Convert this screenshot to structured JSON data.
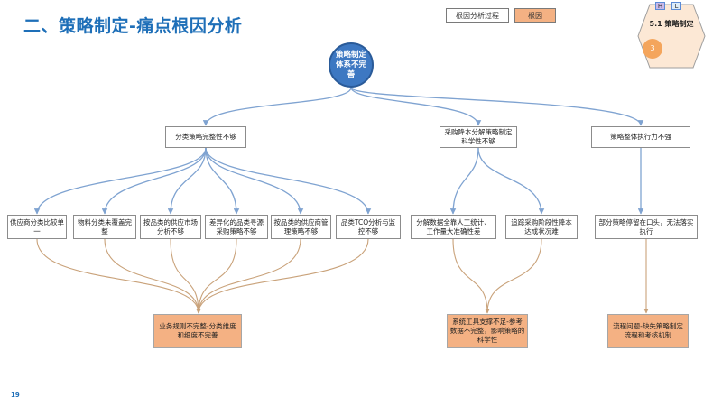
{
  "page": {
    "title": "二、策略制定-痛点根因分析",
    "page_number": "19"
  },
  "legend": {
    "process": "根因分析过程",
    "cause": "根因"
  },
  "badge": {
    "title": "5.1 策略制定",
    "h": "H",
    "l": "L",
    "step": "3"
  },
  "colors": {
    "title_blue": "#1e6fb8",
    "root_blue": "#3d78c2",
    "line_blue": "#7fa3d1",
    "cause_orange": "#f4b183",
    "link_brown": "#c9a27a",
    "badge_fill": "#fce8d5"
  },
  "diagram": {
    "root": "策略制定体系不完善",
    "level1": [
      "分类策略完整性不够",
      "采购降本分解策略制定科学性不够",
      "策略整体执行力不强"
    ],
    "level2": [
      "供应商分类比较单一",
      "物料分类未覆盖完整",
      "按品类的供应市场分析不够",
      "差异化的品类寻源采购策略不够",
      "按品类的供应商管理策略不够",
      "品类TCO分析与监控不够",
      "分解数据全靠人工统计、工作量大准确性差",
      "追踪采购阶段性降本达成状况难",
      "部分策略停留在口头，无法落实执行"
    ],
    "root_causes": [
      "业务规则不完整-分类维度和细度不完善",
      "系统工具支撑不足-参考数据不完整，影响策略的科学性",
      "流程问题-缺失策略制定流程和考核机制"
    ]
  }
}
